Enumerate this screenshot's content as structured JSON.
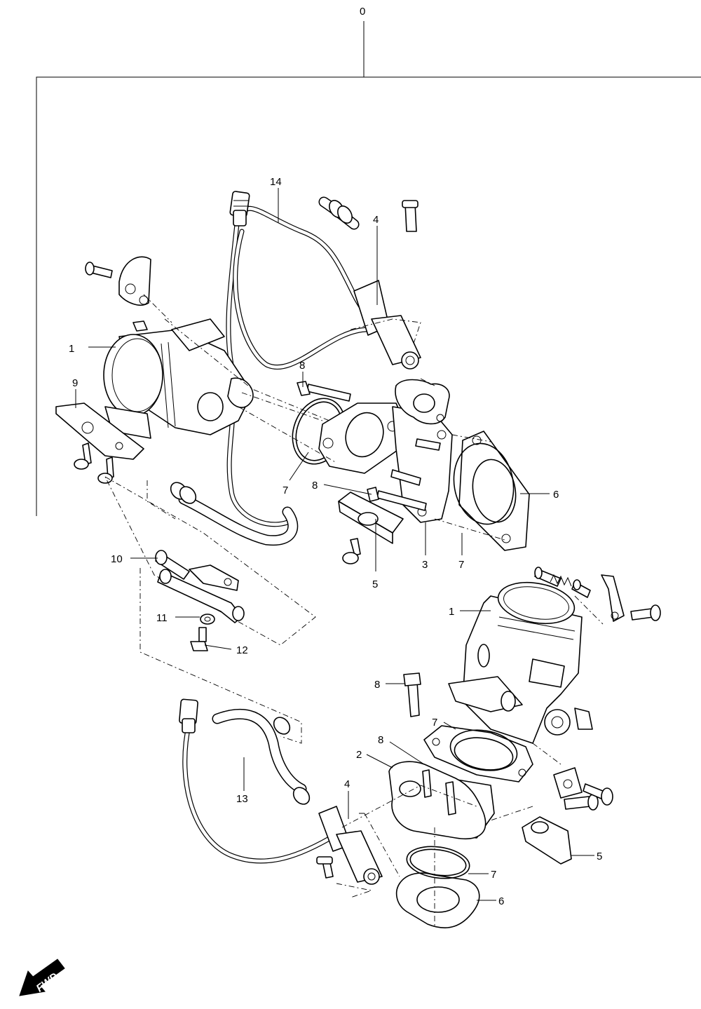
{
  "diagram": {
    "assembly_number": "0",
    "fwd_label": "FWD",
    "callouts": {
      "c1_top": "1",
      "c9": "9",
      "c14": "14",
      "c4_top": "4",
      "c8_top": "8",
      "c7_left": "7",
      "c8_mid": "8",
      "c6_top": "6",
      "c5_top": "5",
      "c3": "3",
      "c7_top": "7",
      "c10": "10",
      "c11": "11",
      "c12": "12",
      "c1_bottom": "1",
      "c8_lower": "8",
      "c7_lower_top": "7",
      "c8_lower2": "8",
      "c2": "2",
      "c13": "13",
      "c4_bottom": "4",
      "c5_bottom": "5",
      "c7_bottom": "7",
      "c6_bottom": "6"
    }
  }
}
